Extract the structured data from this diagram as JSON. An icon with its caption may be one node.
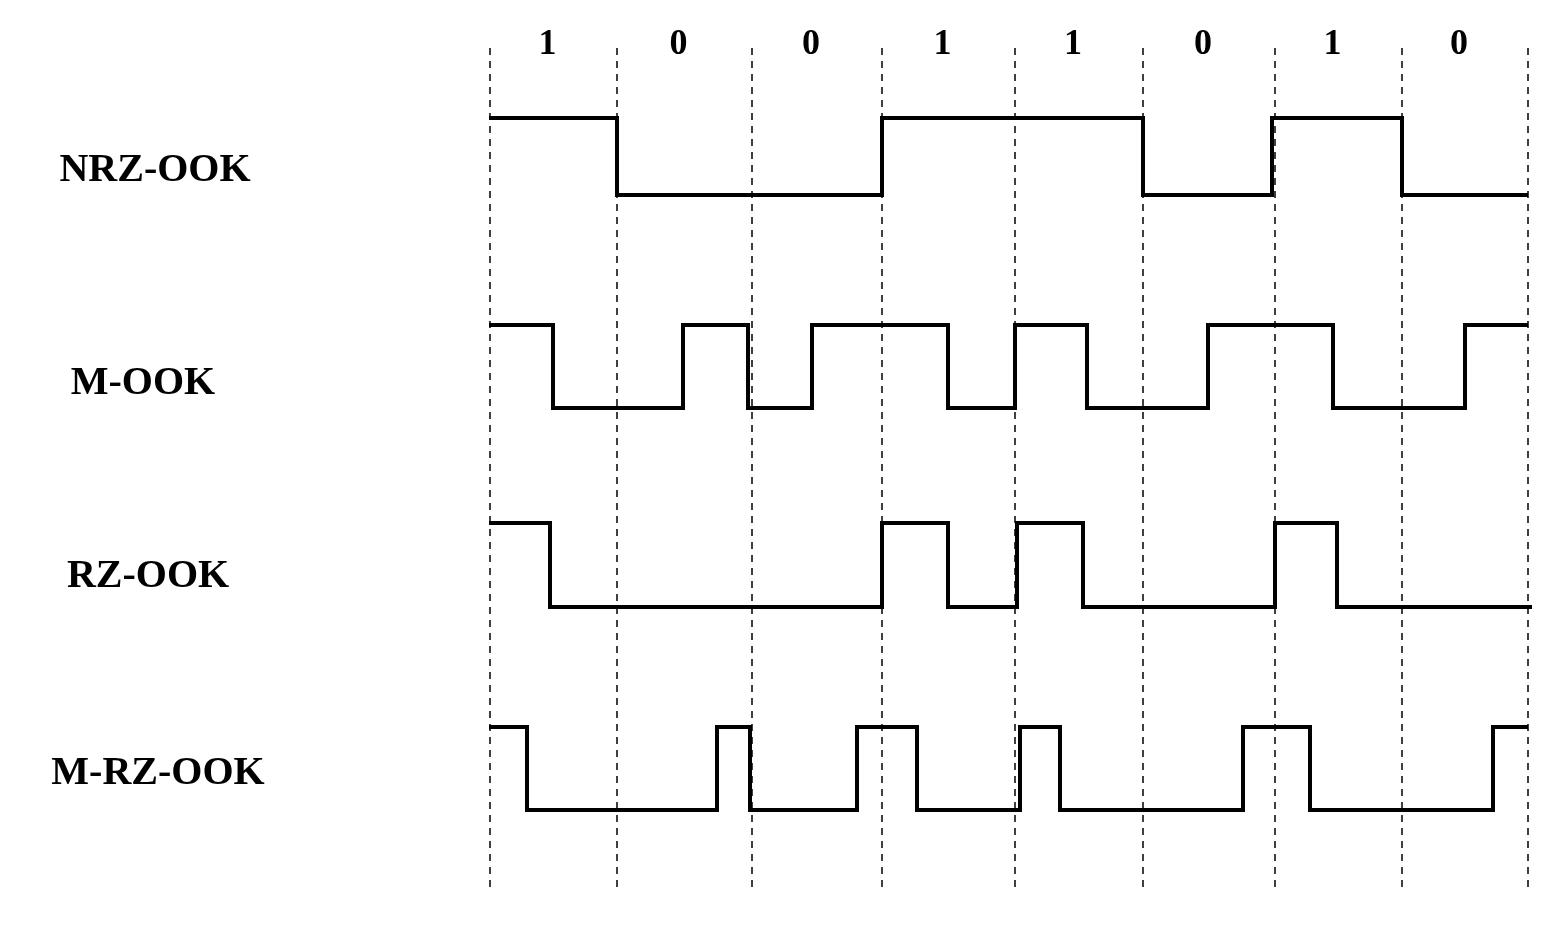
{
  "diagram": {
    "labels": [
      "1",
      "0",
      "0",
      "1",
      "1",
      "0",
      "1",
      "0",
      "NRZ-OOK",
      "M-OOK",
      "RZ-OOK",
      "M-RZ-OOK"
    ]
  }
}
